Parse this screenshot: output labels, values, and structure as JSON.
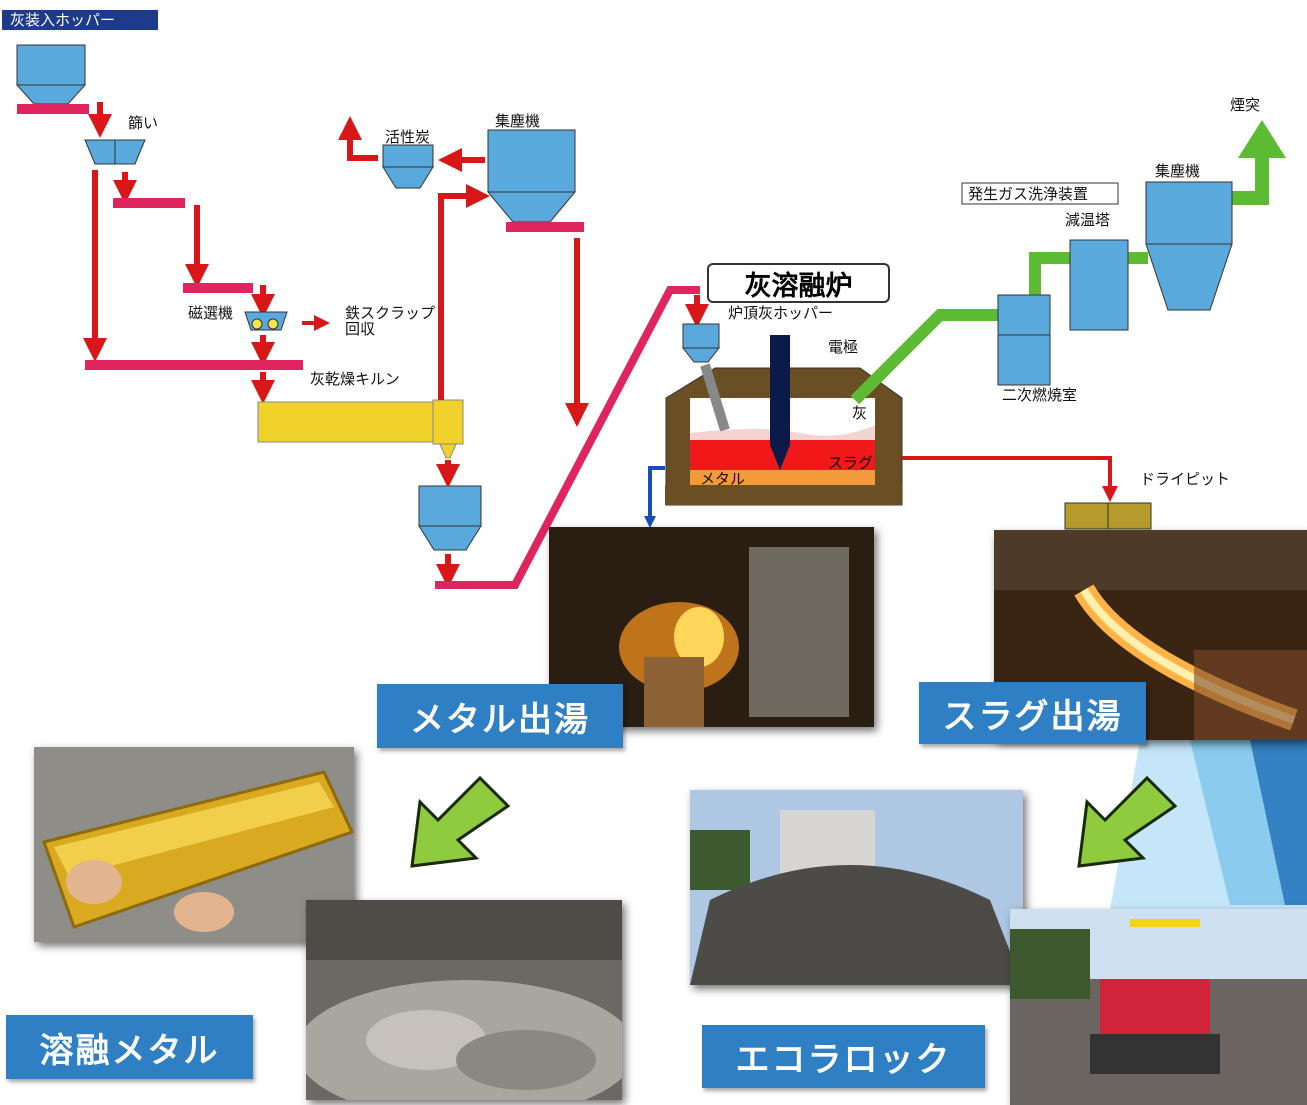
{
  "diagram": {
    "title": "灰装入ホッパー",
    "labels": {
      "sieve": "篩い",
      "magnetic_separator": "磁選機",
      "iron_scrap_1": "鉄スクラップ",
      "iron_scrap_2": "回収",
      "dryer_kiln": "灰乾燥キルン",
      "activated_carbon": "活性炭",
      "dust_collector_1": "集塵機",
      "furnace_title": "灰溶融炉",
      "top_hopper": "炉頂灰ホッパー",
      "electrode": "電極",
      "ash": "灰",
      "slag": "スラグ",
      "metal": "メタル",
      "gas_cleaning": "発生ガス洗浄装置",
      "cooling_tower": "減温塔",
      "dust_collector_2": "集塵機",
      "chimney": "煙突",
      "secondary_combustion": "二次燃焼室",
      "dry_pit": "ドライピット"
    }
  },
  "captions": {
    "metal_tapping": "メタル出湯",
    "slag_tapping": "スラグ出湯",
    "molten_metal": "溶融メタル",
    "eco_rock": "エコラロック"
  }
}
